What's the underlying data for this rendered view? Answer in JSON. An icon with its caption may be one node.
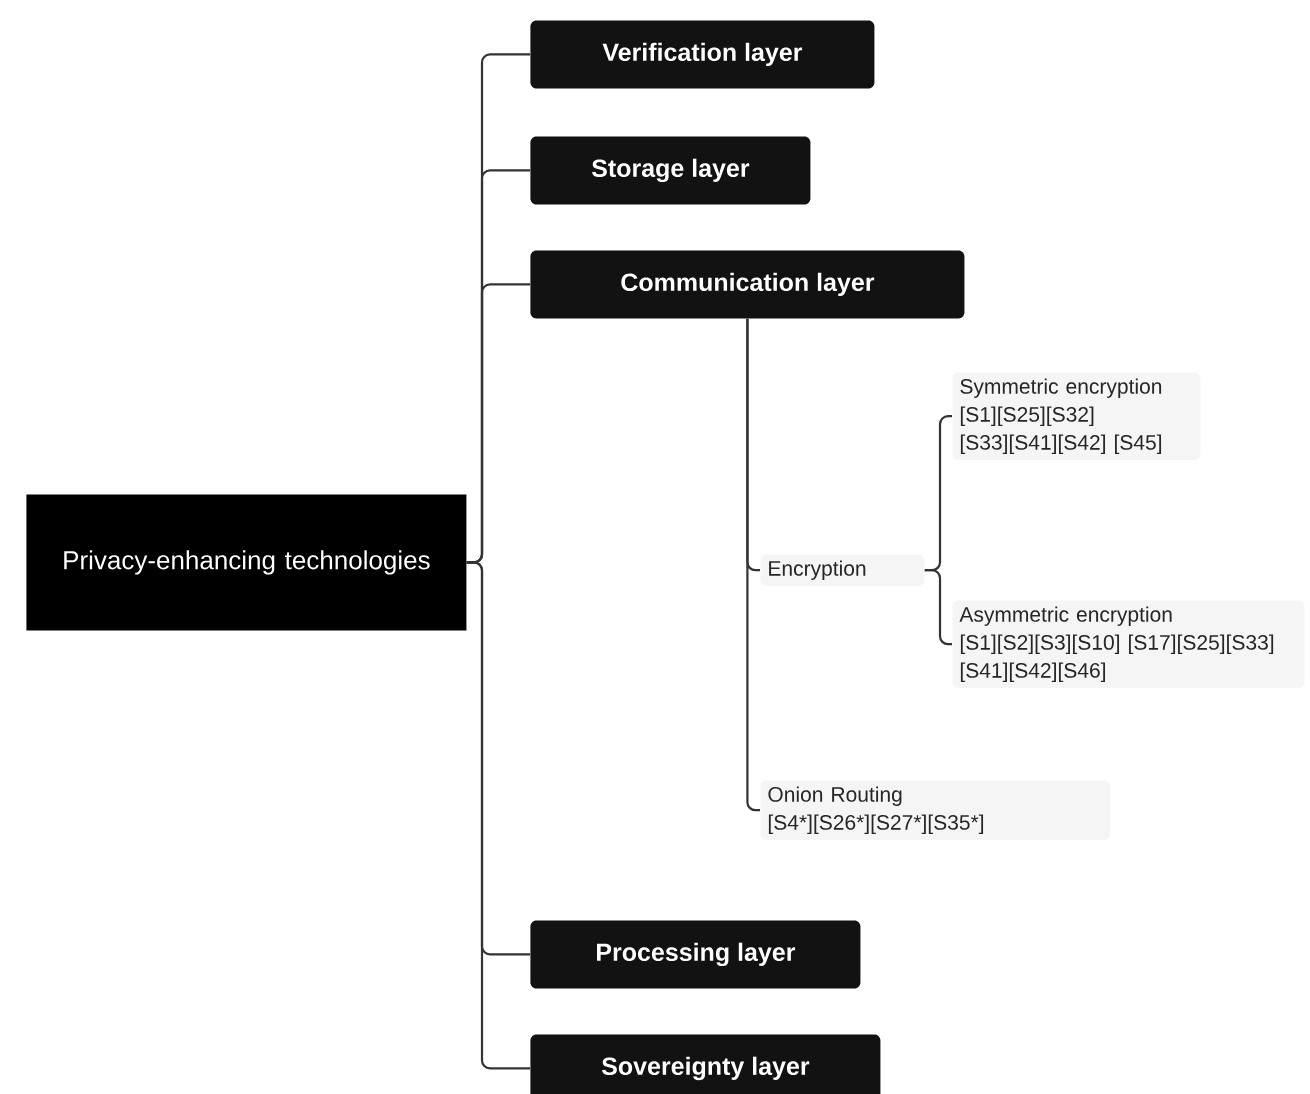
{
  "diagram": {
    "nodes": [
      {
        "text": [
          "Privacy-enhancing technologies"
        ]
      },
      {
        "text": [
          "Verification layer"
        ]
      },
      {
        "text": [
          "Storage layer"
        ]
      },
      {
        "text": [
          "Communication layer"
        ]
      },
      {
        "text": [
          "Encryption"
        ]
      },
      {
        "text": [
          "Symmetric encryption",
          "[S1][S25][S32] [S33][S41][S42] [S45]"
        ]
      },
      {
        "text": [
          "Asymmetric encryption",
          "[S1][S2][S3][S10] [S17][S25][S33] [S41][S42][S46]"
        ]
      },
      {
        "text": [
          "Onion Routing",
          "[S4*][S26*][S27*][S35*]"
        ]
      },
      {
        "text": [
          "Processing layer"
        ]
      },
      {
        "text": [
          "Sovereignty layer"
        ]
      }
    ],
    "edges": [
      {
        "from": 0,
        "to": 1,
        "arrow": "none"
      },
      {
        "from": 0,
        "to": 2,
        "arrow": "none"
      },
      {
        "from": 0,
        "to": 3,
        "arrow": "none"
      },
      {
        "from": 0,
        "to": 8,
        "arrow": "none"
      },
      {
        "from": 0,
        "to": 9,
        "arrow": "none"
      },
      {
        "from": 3,
        "to": 4,
        "arrow": "none"
      },
      {
        "from": 3,
        "to": 7,
        "arrow": "none"
      },
      {
        "from": 4,
        "to": 5,
        "arrow": "none"
      },
      {
        "from": 4,
        "to": 6,
        "arrow": "none"
      }
    ]
  }
}
